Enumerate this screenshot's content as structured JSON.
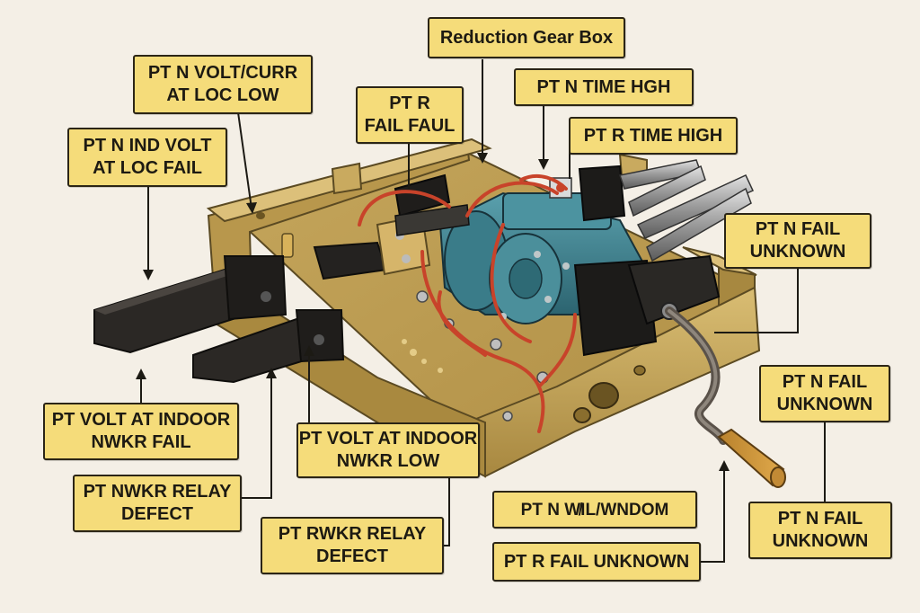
{
  "diagram": {
    "subject": "Point machine with reduction gear box and hand crank",
    "colors": {
      "background": "#f4efe6",
      "label_fill": "#f5dc7a",
      "label_border": "#2b2516",
      "housing": "#c8a85a",
      "motor": "#3e7f8c",
      "wire": "#c8432a",
      "rods": "#262422"
    }
  },
  "labels": {
    "reduction_gear_box": "Reduction Gear Box",
    "pt_n_volt_curr": "PT N VOLT/CURR\nAT LOC LOW",
    "pt_n_ind_volt": "PT N IND VOLT\nAT LOC FAIL",
    "pt_r_fail_faul": "PT R\nFAIL FAUL",
    "pt_n_time_hgh": "PT N TIME HGH",
    "pt_r_time_high": "PT R TIME HIGH",
    "pt_n_fail_unknown_1": "PT N FAIL\nUNKNOWN",
    "pt_n_fail_unknown_2": "PT N FAIL\nUNKNOWN",
    "pt_n_fail_unknown_3": "PT N FAIL\nUNKNOWN",
    "pt_volt_indoor_fail": "PT VOLT AT INDOOR\nNWKR FAIL",
    "pt_volt_indoor_low": "PT VOLT AT INDOOR\nNWKR LOW",
    "pt_nwkr_relay": "PT NWKR RELAY\nDEFECT",
    "pt_rwkr_relay": "PT RWKR RELAY\nDEFECT",
    "pt_n_wil_wndom": "PT N W̸IL/WNDOM",
    "pt_r_fail_unknown": "PT R FAIL UNKNOWN"
  }
}
